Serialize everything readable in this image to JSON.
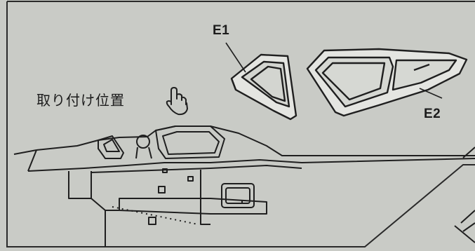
{
  "parts": {
    "e1_label": "E1",
    "e2_label": "E2"
  },
  "instruction": {
    "mounting_position_label": "取り付け位置",
    "icon": "pointing-hand-icon"
  },
  "colors": {
    "paper": "#c9cbc6",
    "line": "#1f1f1f",
    "part_fill": "#e4e5e1"
  }
}
